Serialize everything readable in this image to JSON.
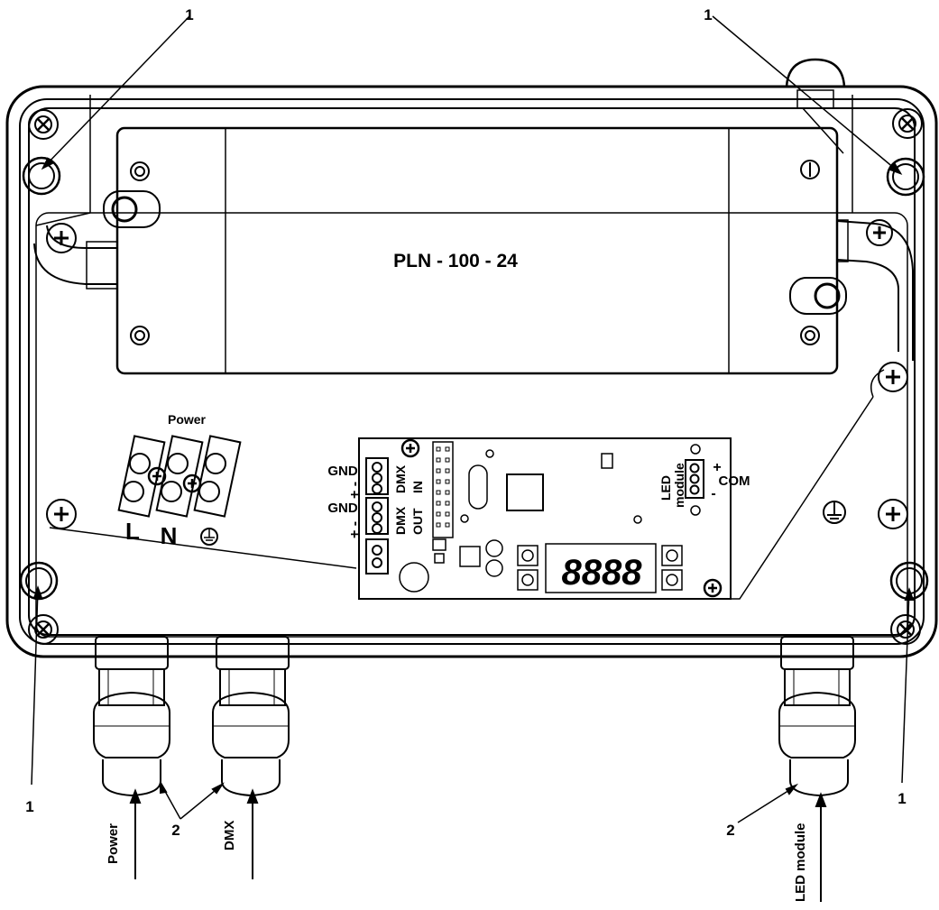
{
  "psu": {
    "label": "PLN - 100 - 24"
  },
  "terminal": {
    "title": "Power",
    "l": "L",
    "n": "N"
  },
  "pcb": {
    "gnd_top": "GND",
    "gnd_bottom": "GND",
    "pm_top": "+ -",
    "pm_bottom": "+ -",
    "dmx_in_1": "DMX",
    "dmx_in_2": "IN",
    "dmx_out_1": "DMX",
    "dmx_out_2": "OUT",
    "led_1": "LED",
    "led_2": "module",
    "com": "COM",
    "plus": "+",
    "minus": "-",
    "display": "8888"
  },
  "callouts": {
    "tl": "1",
    "tr": "1",
    "bl": "1",
    "br": "1",
    "glands": "2",
    "led_gland": "2"
  },
  "inputs": {
    "power": "Power",
    "dmx": "DMX",
    "led": "LED module"
  },
  "colors": {
    "ink": "#000000",
    "paper": "#ffffff"
  }
}
